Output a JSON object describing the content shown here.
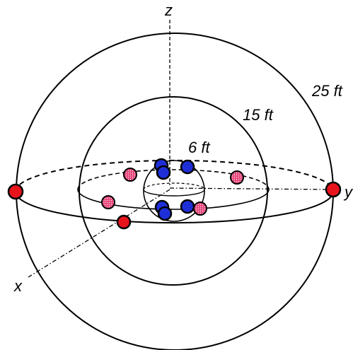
{
  "labels": {
    "z_axis": "z",
    "y_axis": "y",
    "x_axis": "x",
    "outer_radius": "25 ft",
    "middle_radius": "15 ft",
    "inner_radius": "6 ft"
  },
  "colors": {
    "line": "#000000",
    "outer_point": "#e8141c",
    "middle_point": "#e8497c",
    "inner_point": "#1f2fd8"
  }
}
